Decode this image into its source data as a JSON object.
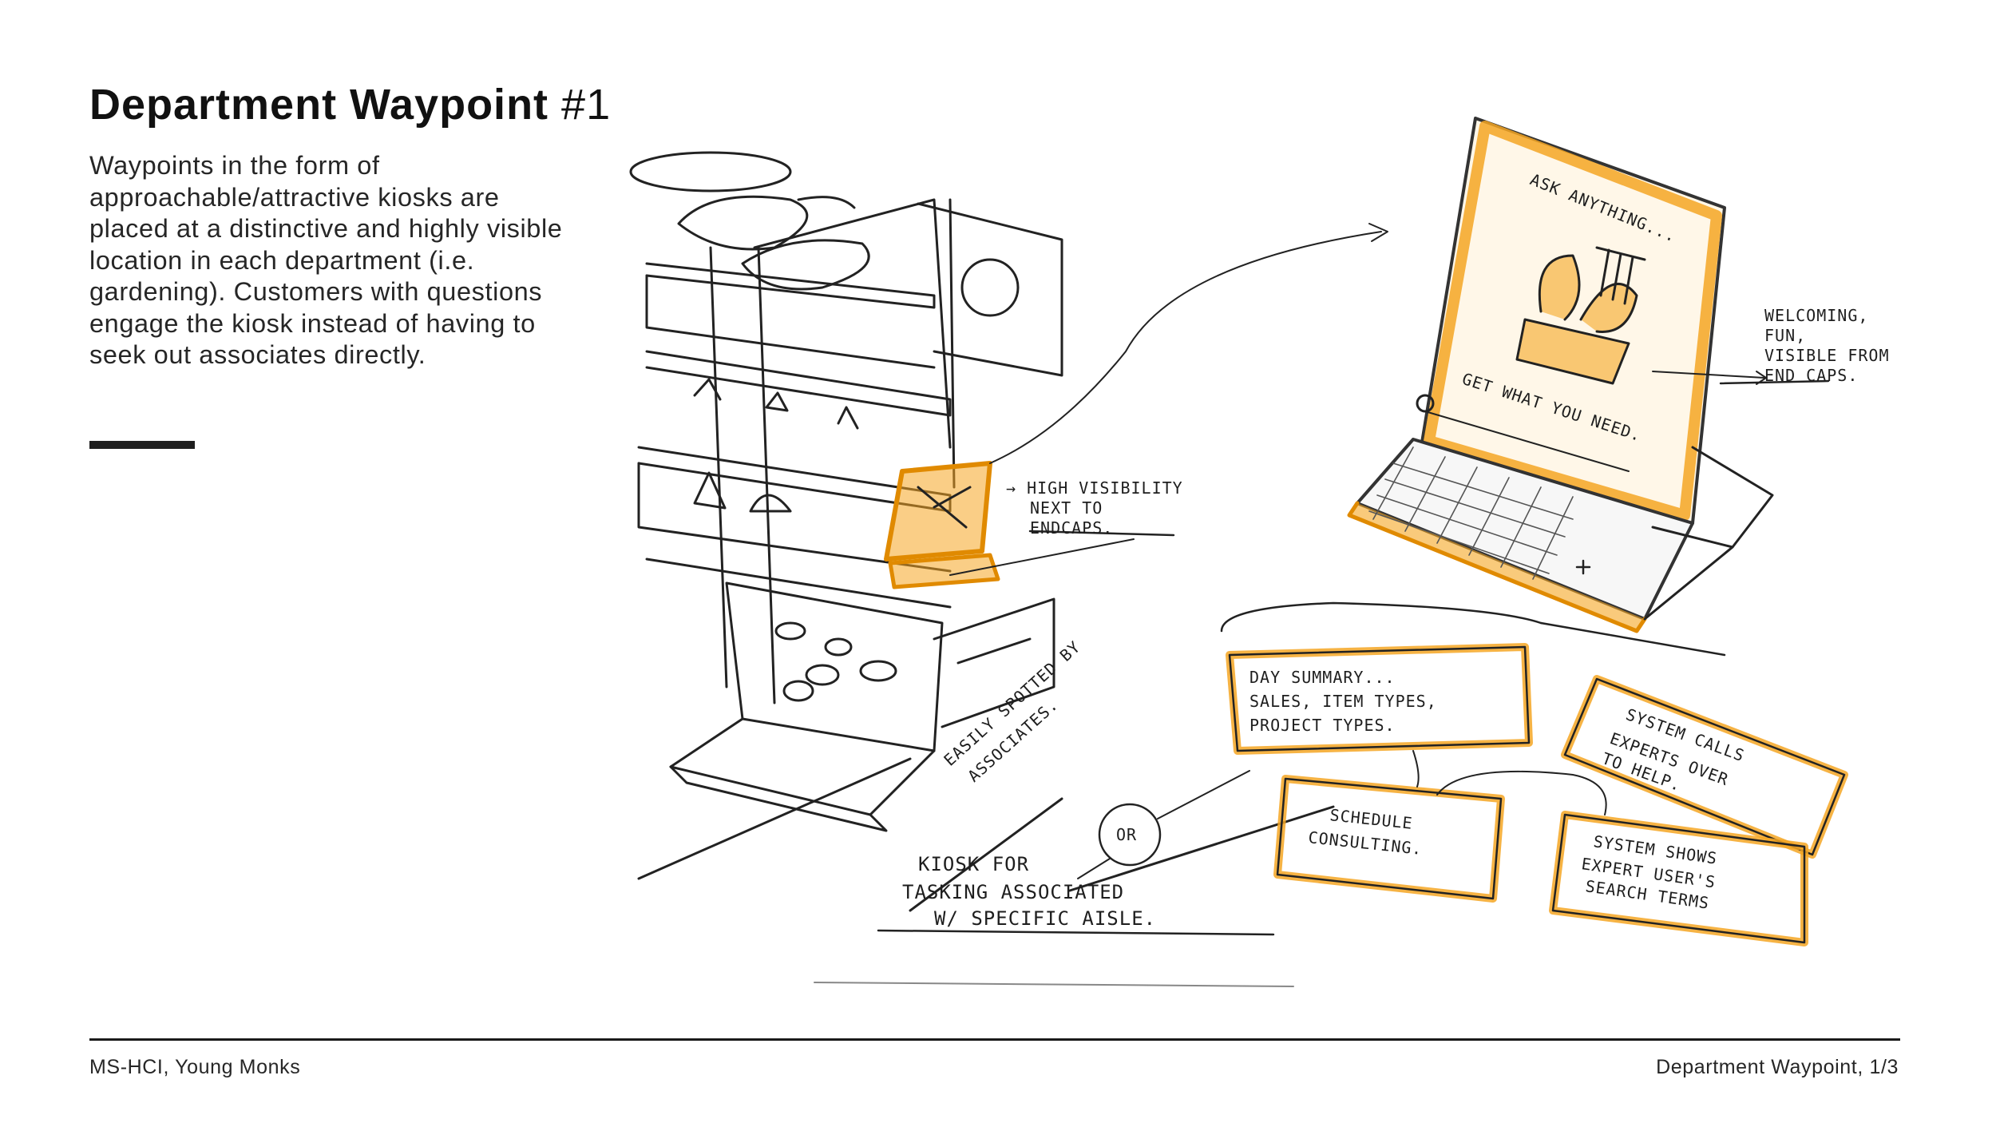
{
  "slide": {
    "title": "Department Waypoint",
    "title_number": "#1",
    "description": "Waypoints in the form of approachable/attractive kiosks are placed at a distinctive and highly visible location in each department (i.e. gardening). Customers with questions engage the kiosk instead of having to seek out associates directly."
  },
  "sketch": {
    "accent_color": "#f5a623",
    "notes": {
      "ask_anything": "ASK ANYTHING...",
      "get_what_you_need": "GET WHAT YOU NEED.",
      "welcoming_1": "WELCOMING,",
      "welcoming_2": "FUN,",
      "welcoming_3": "VISIBLE FROM",
      "welcoming_4": "END CAPS.",
      "high_visibility_1": "→ HIGH VISIBILITY",
      "high_visibility_2": "NEXT TO",
      "high_visibility_3": "ENDCAPS.",
      "easily_spotted_1": "EASILY SPOTTED BY",
      "easily_spotted_2": "ASSOCIATES.",
      "or": "OR",
      "kiosk_for_1": "KIOSK FOR",
      "kiosk_for_2": "TASKING ASSOCIATED",
      "kiosk_for_3": "W/ SPECIFIC AISLE.",
      "day_summary_1": "DAY SUMMARY...",
      "day_summary_2": "SALES, ITEM TYPES,",
      "day_summary_3": "PROJECT TYPES.",
      "schedule_1": "SCHEDULE",
      "schedule_2": "CONSULTING.",
      "expert_calls_1": "SYSTEM CALLS",
      "expert_calls_2": "EXPERTS OVER",
      "expert_calls_3": "TO HELP.",
      "expert_shows_1": "SYSTEM SHOWS",
      "expert_shows_2": "EXPERT USER'S",
      "expert_shows_3": "SEARCH TERMS"
    }
  },
  "footer": {
    "left": "MS-HCI, Young Monks",
    "right": "Department Waypoint, 1/3"
  }
}
